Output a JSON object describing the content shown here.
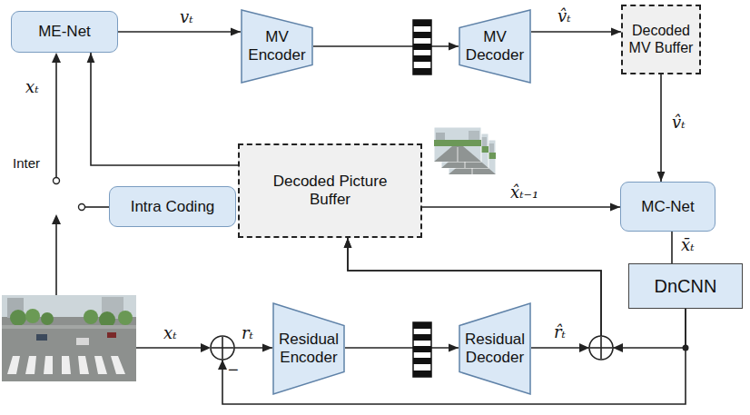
{
  "diagram": {
    "nodes": [
      {
        "text": [
          "ME-Net"
        ]
      },
      {
        "text": [
          "MV Encoder"
        ]
      },
      {
        "text": [
          "MV Decoder"
        ]
      },
      {
        "text": [
          "Decoded MV Buffer"
        ]
      },
      {
        "text": [
          "Intra Coding"
        ]
      },
      {
        "text": [
          "Decoded Picture Buffer"
        ]
      },
      {
        "text": [
          "MC-Net"
        ]
      },
      {
        "text": [
          "DnCNN"
        ]
      },
      {
        "text": [
          "Residual Encoder"
        ]
      },
      {
        "text": [
          "Residual Decoder"
        ]
      }
    ],
    "edges": [
      {
        "from": 0,
        "to": 1,
        "arrow": "to",
        "label": "vₜ"
      },
      {
        "from": 1,
        "to": 2,
        "arrow": "to"
      },
      {
        "from": 2,
        "to": 3,
        "arrow": "to",
        "label": "v̂ₜ"
      },
      {
        "from": 3,
        "to": 6,
        "arrow": "to",
        "label": "v̂ₜ"
      },
      {
        "from": 5,
        "to": 0,
        "arrow": "to"
      },
      {
        "from": 5,
        "to": 6,
        "arrow": "to",
        "label": "x̂ₜ₋₁"
      },
      {
        "from": 6,
        "to": 7,
        "arrow": "none",
        "label": "x̄ₜ"
      },
      {
        "from": 7,
        "to": 8,
        "arrow": "to",
        "label": "rₜ"
      },
      {
        "from": 7,
        "to": 5,
        "arrow": "to"
      },
      {
        "from": 9,
        "to": 5,
        "arrow": "to",
        "label": "r̂ₜ"
      },
      {
        "from": 8,
        "to": 9,
        "arrow": "to"
      }
    ],
    "labels": [
      "xₜ",
      "Inter",
      "xₜ",
      "−"
    ]
  }
}
